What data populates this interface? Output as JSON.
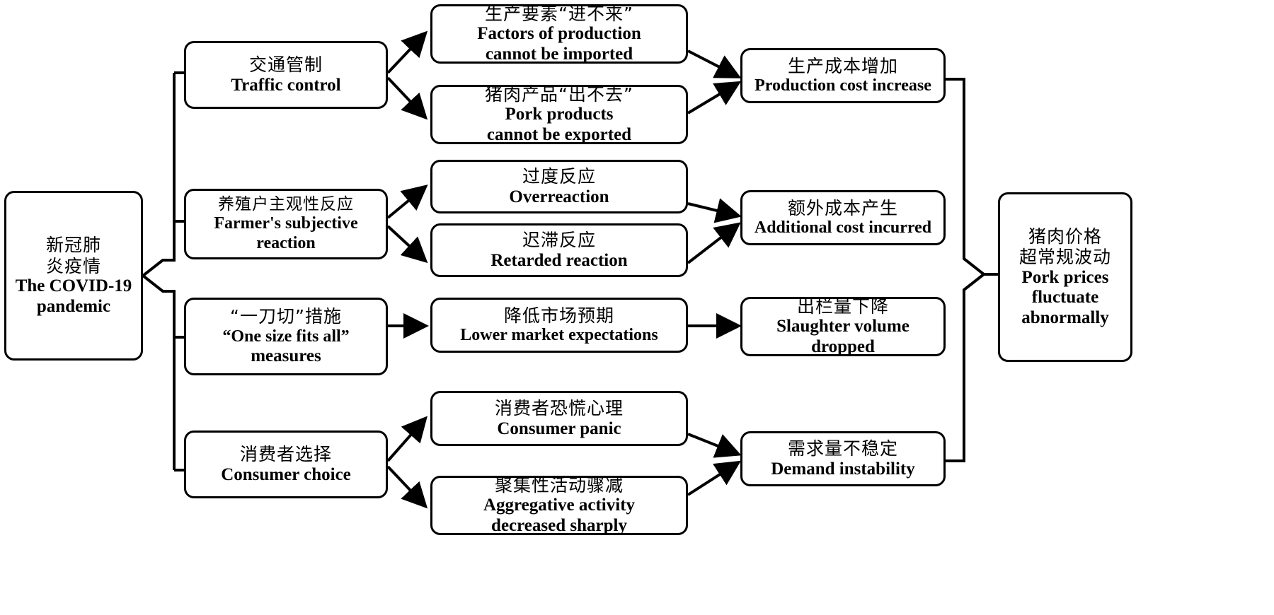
{
  "diagram": {
    "title": "The COVID-19 pandemic impact on pork prices",
    "type": "flowchart",
    "stroke_color": "#000000",
    "background_color": "#ffffff",
    "nodes": [
      {
        "id": "root",
        "cn": "新冠肺\n炎疫情",
        "cn_line1": "新冠肺",
        "cn_line2": "炎疫情",
        "en_line1": "The COVID-19",
        "en_line2": "pandemic",
        "column": 1
      },
      {
        "id": "traffic-control",
        "cn_line1": "交通管制",
        "en_line1": "Traffic control",
        "column": 2
      },
      {
        "id": "farmer-subjective-reaction",
        "cn_line1": "养殖户主观性反应",
        "en_line1": "Farmer's subjective",
        "en_line2": "reaction",
        "column": 2
      },
      {
        "id": "one-size-fits-all",
        "cn_line1": "“一刀切”措施",
        "en_line1": "“One size fits all”",
        "en_line2": "measures",
        "column": 2
      },
      {
        "id": "consumer-choice",
        "cn_line1": "消费者选择",
        "en_line1": "Consumer choice",
        "column": 2
      },
      {
        "id": "factors-cannot-import",
        "cn_line1": "生产要素“进不来”",
        "en_line1": "Factors of production",
        "en_line2": "cannot be imported",
        "column": 3
      },
      {
        "id": "pork-cannot-export",
        "cn_line1": "猪肉产品“出不去”",
        "en_line1": "Pork products",
        "en_line2": "cannot be exported",
        "column": 3
      },
      {
        "id": "overreaction",
        "cn_line1": "过度反应",
        "en_line1": "Overreaction",
        "column": 3
      },
      {
        "id": "retarded-reaction",
        "cn_line1": "迟滞反应",
        "en_line1": "Retarded reaction",
        "column": 3
      },
      {
        "id": "lower-market-expectations",
        "cn_line1": "降低市场预期",
        "en_line1": "Lower market expectations",
        "column": 3
      },
      {
        "id": "consumer-panic",
        "cn_line1": "消费者恐慌心理",
        "en_line1": "Consumer panic",
        "column": 3
      },
      {
        "id": "aggregative-activity",
        "cn_line1": "聚集性活动骤减",
        "en_line1": "Aggregative activity",
        "en_line2": "decreased sharply",
        "column": 3
      },
      {
        "id": "production-cost-increase",
        "cn_line1": "生产成本增加",
        "en_line1": "Production cost increase",
        "column": 4
      },
      {
        "id": "additional-cost",
        "cn_line1": "额外成本产生",
        "en_line1": "Additional cost incurred",
        "column": 4
      },
      {
        "id": "slaughter-volume-dropped",
        "cn_line1": "出栏量下降",
        "en_line1": "Slaughter volume",
        "en_line2": "dropped",
        "column": 4
      },
      {
        "id": "demand-instability",
        "cn_line1": "需求量不稳定",
        "en_line1": "Demand instability",
        "column": 4
      },
      {
        "id": "pork-prices-fluctuate",
        "cn_line1": "猪肉价格",
        "cn_line2": "超常规波动",
        "en_line1": "Pork prices",
        "en_line2": "fluctuate",
        "en_line3": "abnormally",
        "column": 5
      }
    ],
    "edges": [
      {
        "from": "root",
        "to": "traffic-control",
        "style": "bracket"
      },
      {
        "from": "root",
        "to": "farmer-subjective-reaction",
        "style": "bracket"
      },
      {
        "from": "root",
        "to": "one-size-fits-all",
        "style": "bracket"
      },
      {
        "from": "root",
        "to": "consumer-choice",
        "style": "bracket"
      },
      {
        "from": "traffic-control",
        "to": "factors-cannot-import",
        "style": "arrow"
      },
      {
        "from": "traffic-control",
        "to": "pork-cannot-export",
        "style": "arrow"
      },
      {
        "from": "farmer-subjective-reaction",
        "to": "overreaction",
        "style": "arrow"
      },
      {
        "from": "farmer-subjective-reaction",
        "to": "retarded-reaction",
        "style": "arrow"
      },
      {
        "from": "one-size-fits-all",
        "to": "lower-market-expectations",
        "style": "arrow"
      },
      {
        "from": "consumer-choice",
        "to": "consumer-panic",
        "style": "arrow"
      },
      {
        "from": "consumer-choice",
        "to": "aggregative-activity",
        "style": "arrow"
      },
      {
        "from": "factors-cannot-import",
        "to": "production-cost-increase",
        "style": "arrow"
      },
      {
        "from": "pork-cannot-export",
        "to": "production-cost-increase",
        "style": "arrow"
      },
      {
        "from": "overreaction",
        "to": "additional-cost",
        "style": "arrow"
      },
      {
        "from": "retarded-reaction",
        "to": "additional-cost",
        "style": "arrow"
      },
      {
        "from": "lower-market-expectations",
        "to": "slaughter-volume-dropped",
        "style": "arrow"
      },
      {
        "from": "consumer-panic",
        "to": "demand-instability",
        "style": "arrow"
      },
      {
        "from": "aggregative-activity",
        "to": "demand-instability",
        "style": "arrow"
      },
      {
        "from": "production-cost-increase",
        "to": "pork-prices-fluctuate",
        "style": "bracket"
      },
      {
        "from": "demand-instability",
        "to": "pork-prices-fluctuate",
        "style": "bracket"
      }
    ]
  }
}
